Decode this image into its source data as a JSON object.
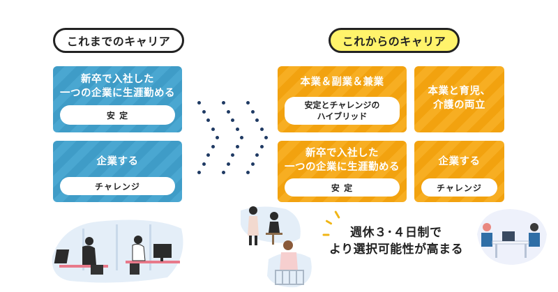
{
  "left_title": "これまでのキャリア",
  "right_title": "これからのキャリア",
  "left_cards": [
    {
      "heading_line1": "新卒で入社した",
      "heading_line2": "一つの企業に生涯勤める",
      "tag": "安 定"
    },
    {
      "heading_line1": "企業する",
      "tag": "チャレンジ"
    }
  ],
  "right_cards": [
    {
      "heading_line1": "本業＆副業＆兼業",
      "tag_line1": "安定とチャレンジの",
      "tag_line2": "ハイブリッド"
    },
    {
      "heading_line1": "本業と育児、",
      "heading_line2": "介護の両立"
    },
    {
      "heading_line1": "新卒で入社した",
      "heading_line2": "一つの企業に生涯勤める",
      "tag": "安 定"
    },
    {
      "heading_line1": "企業する",
      "tag": "チャレンジ"
    }
  ],
  "bottom_message": {
    "line1": "週休３･４日制で",
    "line2": "より選択可能性が高まる"
  },
  "colors": {
    "blue": "#3f9cc7",
    "orange": "#f2a20f",
    "yellow": "#fff36b",
    "navy": "#1f3a63"
  }
}
